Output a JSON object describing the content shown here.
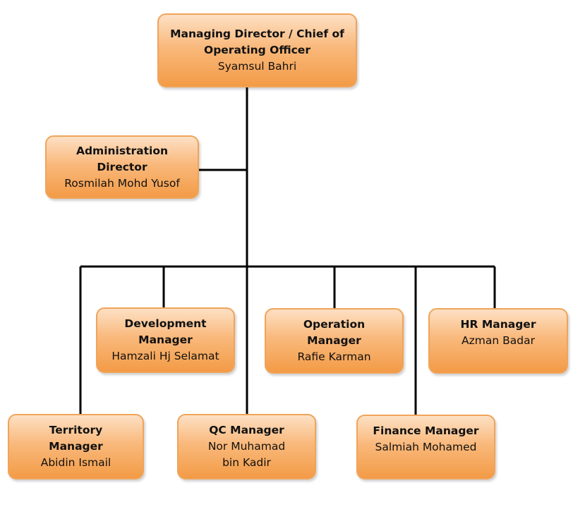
{
  "org": {
    "md": {
      "title": "Managing Director / Chief of Operating Officer",
      "name": "Syamsul Bahri"
    },
    "admin": {
      "title": "Administration Director",
      "name": "Rosmilah Mohd Yusof"
    },
    "dev": {
      "title": "Development Manager",
      "name": "Hamzali Hj Selamat"
    },
    "ops": {
      "title": "Operation Manager",
      "name": "Rafie Karman"
    },
    "hr": {
      "title": "HR Manager",
      "name": "Azman Badar"
    },
    "territory": {
      "title": "Territory Manager",
      "name": "Abidin Ismail"
    },
    "qc": {
      "title": "QC Manager",
      "name": "Nor Muhamad bin Kadir"
    },
    "finance": {
      "title": "Finance Manager",
      "name": "Salmiah Mohamed"
    }
  },
  "colors": {
    "box_top": "#fde0c4",
    "box_bottom": "#f39b46",
    "box_border": "#f0a45a",
    "line": "#000000"
  }
}
